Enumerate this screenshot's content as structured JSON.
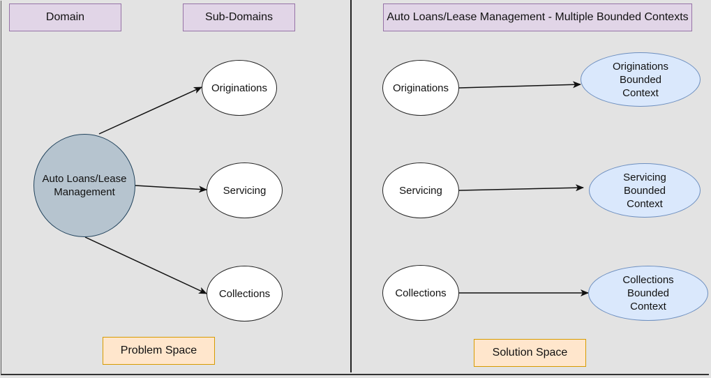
{
  "problem": {
    "domain_label": "Domain",
    "subdomains_label": "Sub-Domains",
    "core": "Auto Loans/Lease Management",
    "subdomains": [
      "Originations",
      "Servicing",
      "Collections"
    ],
    "space_label": "Problem Space"
  },
  "solution": {
    "title": "Auto Loans/Lease Management - Multiple Bounded Contexts",
    "sources": [
      "Originations",
      "Servicing",
      "Collections"
    ],
    "contexts": [
      "Originations Bounded Context",
      "Servicing Bounded Context",
      "Collections Bounded Context"
    ],
    "space_label": "Solution Space"
  },
  "colors": {
    "background": "#e3e3e3",
    "purple_fill": "#e1d5e7",
    "purple_stroke": "#9673a6",
    "orange_fill": "#ffe6cc",
    "orange_stroke": "#d79b00",
    "context_fill": "#dae8fc",
    "context_stroke": "#6c8ebf",
    "domain_fill": "#b6c4cf"
  }
}
